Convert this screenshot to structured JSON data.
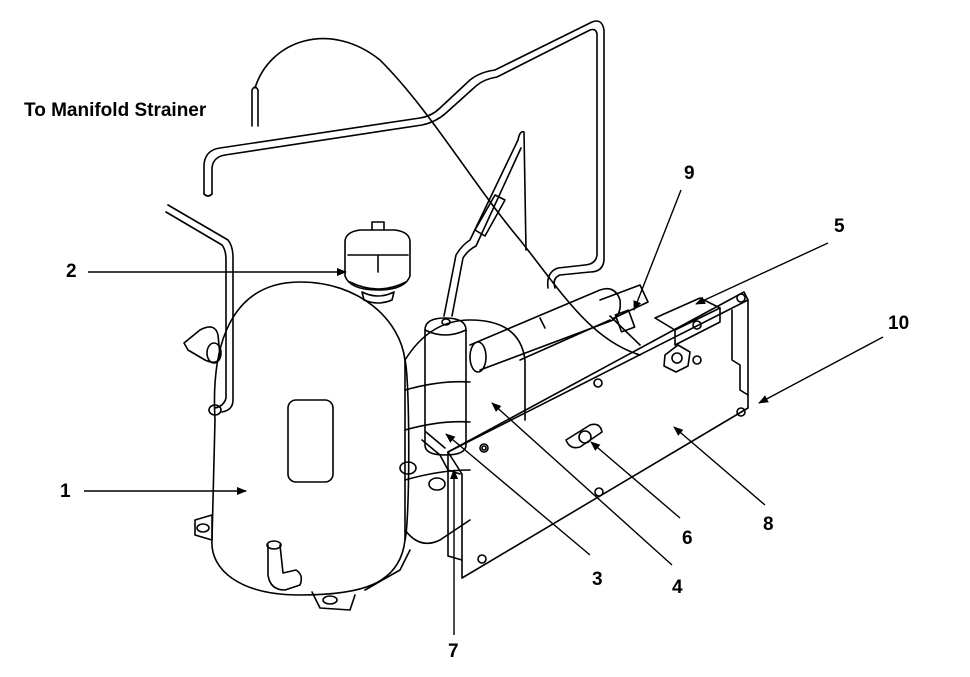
{
  "diagram": {
    "title_label": "To Manifold Strainer",
    "callouts": [
      "1",
      "2",
      "3",
      "4",
      "5",
      "6",
      "7",
      "8",
      "9",
      "10"
    ],
    "colors": {
      "line": "#000000",
      "fill": "#ffffff"
    }
  }
}
